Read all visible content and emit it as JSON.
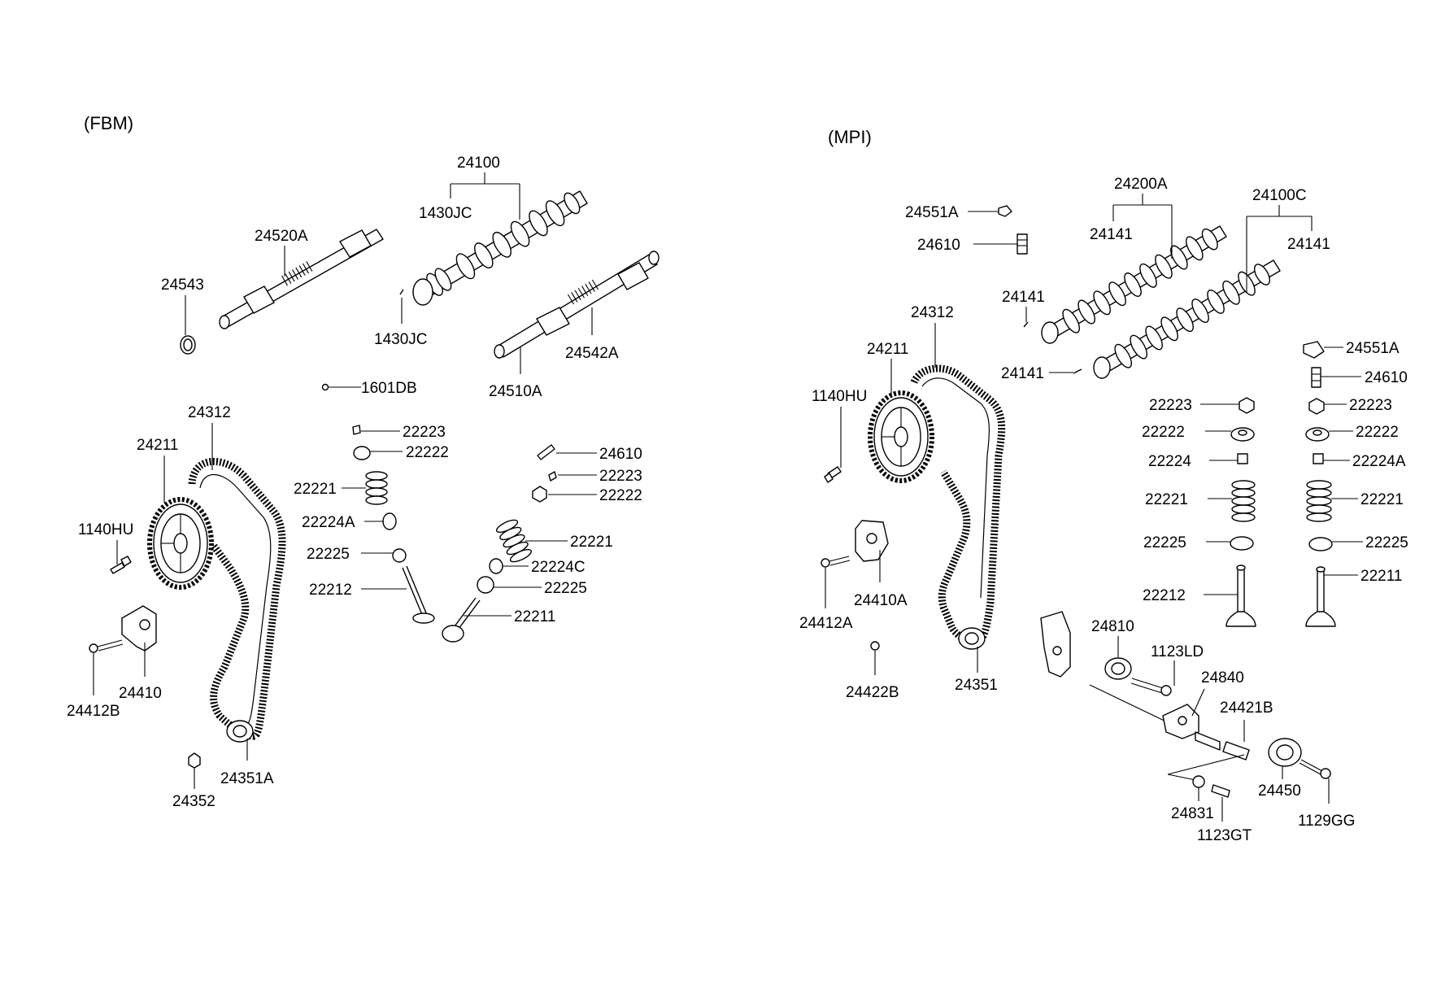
{
  "sections": {
    "left": "(FBM)",
    "right": "(MPI)"
  },
  "fbm": {
    "l24100": "24100",
    "l1430JC_top": "1430JC",
    "l1430JC_pin": "1430JC",
    "l24520A": "24520A",
    "l24543": "24543",
    "l24542A": "24542A",
    "l24510A": "24510A",
    "l1601DB": "1601DB",
    "l24312": "24312",
    "l24211": "24211",
    "l1140HU": "1140HU",
    "l24410": "24410",
    "l24412B": "24412B",
    "l24352": "24352",
    "l24351A": "24351A",
    "l22223_a": "22223",
    "l22222_a": "22222",
    "l22221_a": "22221",
    "l22224A": "22224A",
    "l22225_a": "22225",
    "l22212": "22212",
    "l24610": "24610",
    "l22223_b": "22223",
    "l22222_b": "22222",
    "l22221_b": "22221",
    "l22224C": "22224C",
    "l22225_b": "22225",
    "l22211": "22211"
  },
  "mpi": {
    "l24551A_top": "24551A",
    "l24610_top": "24610",
    "l24200A": "24200A",
    "l24141_a": "24141",
    "l24100C": "24100C",
    "l24141_b": "24141",
    "l24141_c": "24141",
    "l24141_d": "24141",
    "l24312": "24312",
    "l24211": "24211",
    "l1140HU": "1140HU",
    "l24412A": "24412A",
    "l24410A": "24410A",
    "l24422B": "24422B",
    "l24351": "24351",
    "l24810": "24810",
    "l1123LD": "1123LD",
    "l24840": "24840",
    "l24421B": "24421B",
    "l24831": "24831",
    "l1123GT": "1123GT",
    "l24450": "24450",
    "l1129GG": "1129GG",
    "l24551A_r": "24551A",
    "l24610_r": "24610",
    "l22223_l": "22223",
    "l22222_l": "22222",
    "l22224": "22224",
    "l22221_l": "22221",
    "l22225_l": "22225",
    "l22212": "22212",
    "l22223_r": "22223",
    "l22222_r": "22222",
    "l22224A": "22224A",
    "l22221_r": "22221",
    "l22225_r": "22225",
    "l22211": "22211"
  }
}
